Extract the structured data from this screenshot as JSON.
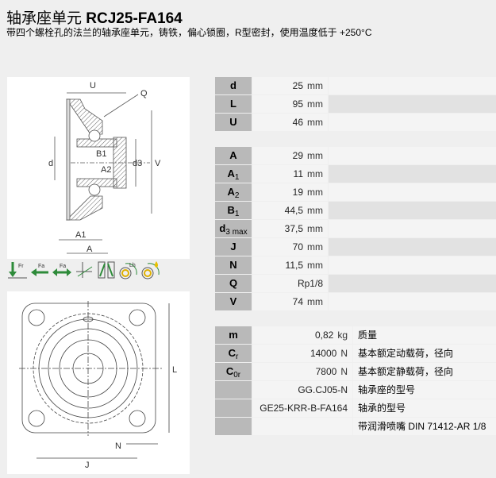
{
  "header": {
    "title_cn": "轴承座单元",
    "title_code": "RCJ25-FA164",
    "subtitle": "带四个螺栓孔的法兰的轴承座单元，铸铁，偏心锁圈，R型密封，使用温度低于 +250°C"
  },
  "drawing_side": {
    "labels": {
      "U": "U",
      "Q": "Q",
      "d": "d",
      "B1": "B1",
      "A2": "A2",
      "d3": "d3",
      "V": "V",
      "A1": "A1",
      "A": "A"
    }
  },
  "drawing_front": {
    "labels": {
      "L": "L",
      "N": "N",
      "J": "J"
    }
  },
  "icons": [
    "radial-load-icon",
    "axial-load-icon",
    "bidirectional-axial-load-icon",
    "misalignment-icon",
    "speed-icon",
    "life-icon",
    "lubrication-icon"
  ],
  "icon_text": {
    "Fr": "Fr",
    "Fa": "Fa",
    "Lh": "Lh"
  },
  "dimensions1": [
    {
      "label": "d",
      "value": "25",
      "unit": "mm"
    },
    {
      "label": "L",
      "value": "95",
      "unit": "mm"
    },
    {
      "label": "U",
      "value": "46",
      "unit": "mm"
    }
  ],
  "dimensions2": [
    {
      "label": "A",
      "sub": "",
      "value": "29",
      "unit": "mm"
    },
    {
      "label": "A",
      "sub": "1",
      "value": "11",
      "unit": "mm"
    },
    {
      "label": "A",
      "sub": "2",
      "value": "19",
      "unit": "mm"
    },
    {
      "label": "B",
      "sub": "1",
      "value": "44,5",
      "unit": "mm"
    },
    {
      "label": "d",
      "sub": "3 max",
      "value": "37,5",
      "unit": "mm"
    },
    {
      "label": "J",
      "sub": "",
      "value": "70",
      "unit": "mm"
    },
    {
      "label": "N",
      "sub": "",
      "value": "11,5",
      "unit": "mm"
    },
    {
      "label": "Q",
      "sub": "",
      "value": "Rp1/8",
      "unit": ""
    },
    {
      "label": "V",
      "sub": "",
      "value": "74",
      "unit": "mm"
    }
  ],
  "properties": [
    {
      "label": "m",
      "sub": "",
      "value": "0,82",
      "unit": "kg",
      "desc": "质量"
    },
    {
      "label": "C",
      "sub": "r",
      "value": "14000",
      "unit": "N",
      "desc": "基本额定动载荷，径向"
    },
    {
      "label": "C",
      "sub": "0r",
      "value": "7800",
      "unit": "N",
      "desc": "基本额定静载荷，径向"
    },
    {
      "label": "",
      "sub": "",
      "value": "GG.CJ05-N",
      "unit": "",
      "desc": "轴承座的型号"
    },
    {
      "label": "",
      "sub": "",
      "value": "GE25-KRR-B-FA164",
      "unit": "",
      "desc": "轴承的型号"
    },
    {
      "label": "",
      "sub": "",
      "value": "",
      "unit": "",
      "desc": "带润滑喷嘴 DIN 71412-AR 1/8"
    }
  ],
  "colors": {
    "label_bg": "#b9b9b9",
    "cell_bg": "#f4f4f4",
    "alt_bg": "#e2e2e2",
    "icon_green": "#2e8b3a"
  }
}
